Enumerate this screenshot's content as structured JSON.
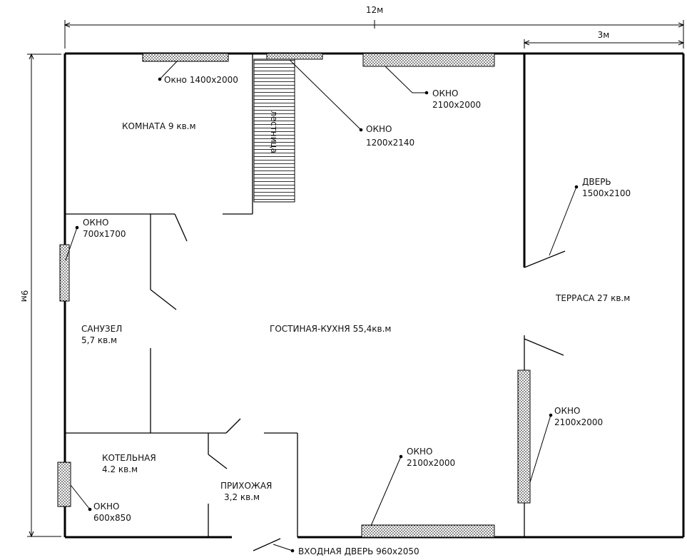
{
  "dimensions": {
    "width_total": "12м",
    "width_terrace": "3м",
    "height_total": "9м"
  },
  "rooms": {
    "room": "КОМНАТА 9 кв.м",
    "stairs": "лестница",
    "bathroom_name": "САНУЗЕЛ",
    "bathroom_area": "5,7 кв.м",
    "living": "ГОСТИНАЯ-КУХНЯ 55,4кв.м",
    "terrace": "ТЕРРАСА 27 кв.м",
    "boiler_name": "КОТЕЛЬНАЯ",
    "boiler_area": "4.2 кв.м",
    "hall_name": "ПРИХОЖАЯ",
    "hall_area": "3,2 кв.м"
  },
  "openings": {
    "window_room": "Окно 1400х2000",
    "window_top_center_name": "ОКНО",
    "window_top_center_size": "1200х2140",
    "window_top_right_name": "ОКНО",
    "window_top_right_size": "2100х2000",
    "window_bath_name": "ОКНО",
    "window_bath_size": "700х1700",
    "door_terrace_name": "ДВЕРЬ",
    "door_terrace_size": "1500х2100",
    "window_terrace_wall_name": "ОКНО",
    "window_terrace_wall_size": "2100х2000",
    "window_bottom_name": "ОКНО",
    "window_bottom_size": "2100х2000",
    "window_boiler_name": "ОКНО",
    "window_boiler_size": "600х850",
    "entrance_door": "ВХОДНАЯ ДВЕРЬ 960х2050"
  }
}
